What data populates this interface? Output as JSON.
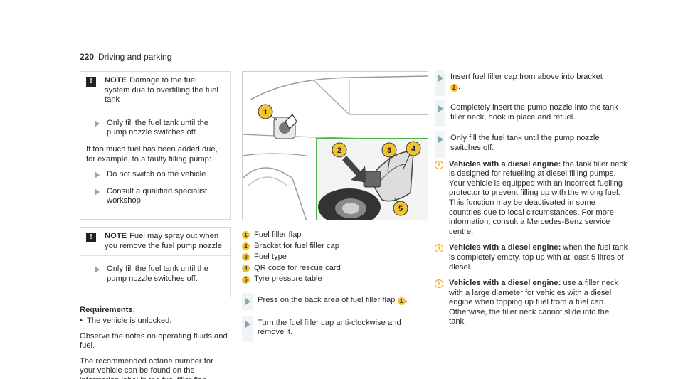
{
  "header": {
    "page_number": "220",
    "section": "Driving and parking"
  },
  "col1": {
    "note1": {
      "label": "NOTE",
      "text": "Damage to the fuel system due to overfilling the fuel tank",
      "step": "Only fill the fuel tank until the pump nozzle switches off.",
      "para": "If too much fuel has been added due, for example, to a faulty filling pump:",
      "steps2": [
        "Do not switch on the vehicle.",
        "Consult a qualified specialist workshop."
      ]
    },
    "note2": {
      "label": "NOTE",
      "text": "Fuel may spray out when you remove the fuel pump nozzle",
      "step": "Only fill the fuel tank until the pump nozzle switches off."
    },
    "requirements_title": "Requirements:",
    "requirement": "The vehicle is unlocked.",
    "para1": "Observe the notes on operating fluids and fuel.",
    "para2": "The recommended octane number for your vehicle can be found on the information label in the fuel filler flap."
  },
  "col2": {
    "legend": [
      {
        "num": "1",
        "text": "Fuel filler flap"
      },
      {
        "num": "2",
        "text": "Bracket for fuel filler cap"
      },
      {
        "num": "3",
        "text": "Fuel type"
      },
      {
        "num": "4",
        "text": "QR code for rescue card"
      },
      {
        "num": "5",
        "text": "Tyre pressure table"
      }
    ],
    "step1_text": "Press on the back area of fuel filler flap",
    "step1_ref": "1",
    "step2": "Turn the fuel filler cap anti-clockwise and remove it."
  },
  "col3": {
    "step1_text": "Insert fuel filler cap from above into bracket",
    "step1_ref": "2",
    "step2": "Completely insert the pump nozzle into the tank filler neck, hook in place and refuel.",
    "step3": "Only fill the fuel tank until the pump nozzle switches off.",
    "info1_lead": "Vehicles with a diesel engine:",
    "info1_text": "the tank filler neck is designed for refuelling at diesel filling pumps. Your vehicle is equipped with an incorrect fuelling protector to prevent filling up with the wrong fuel. This function may be deactivated in some countries due to local circumstances. For more information, consult a Mercedes-Benz service centre.",
    "info2_lead": "Vehicles with a diesel engine:",
    "info2_text": "when the fuel tank is completely empty, top up with at least 5 litres of diesel.",
    "info3_lead": "Vehicles with a diesel engine:",
    "info3_text": "use a filler neck with a large diameter for vehicles with a diesel engine when topping up fuel from a fuel can. Otherwise, the filler neck cannot slide into the tank."
  },
  "figure": {
    "callouts": [
      "1",
      "2",
      "3",
      "4",
      "5"
    ],
    "accent": "#f2c230",
    "inset_border": "#4db848"
  }
}
